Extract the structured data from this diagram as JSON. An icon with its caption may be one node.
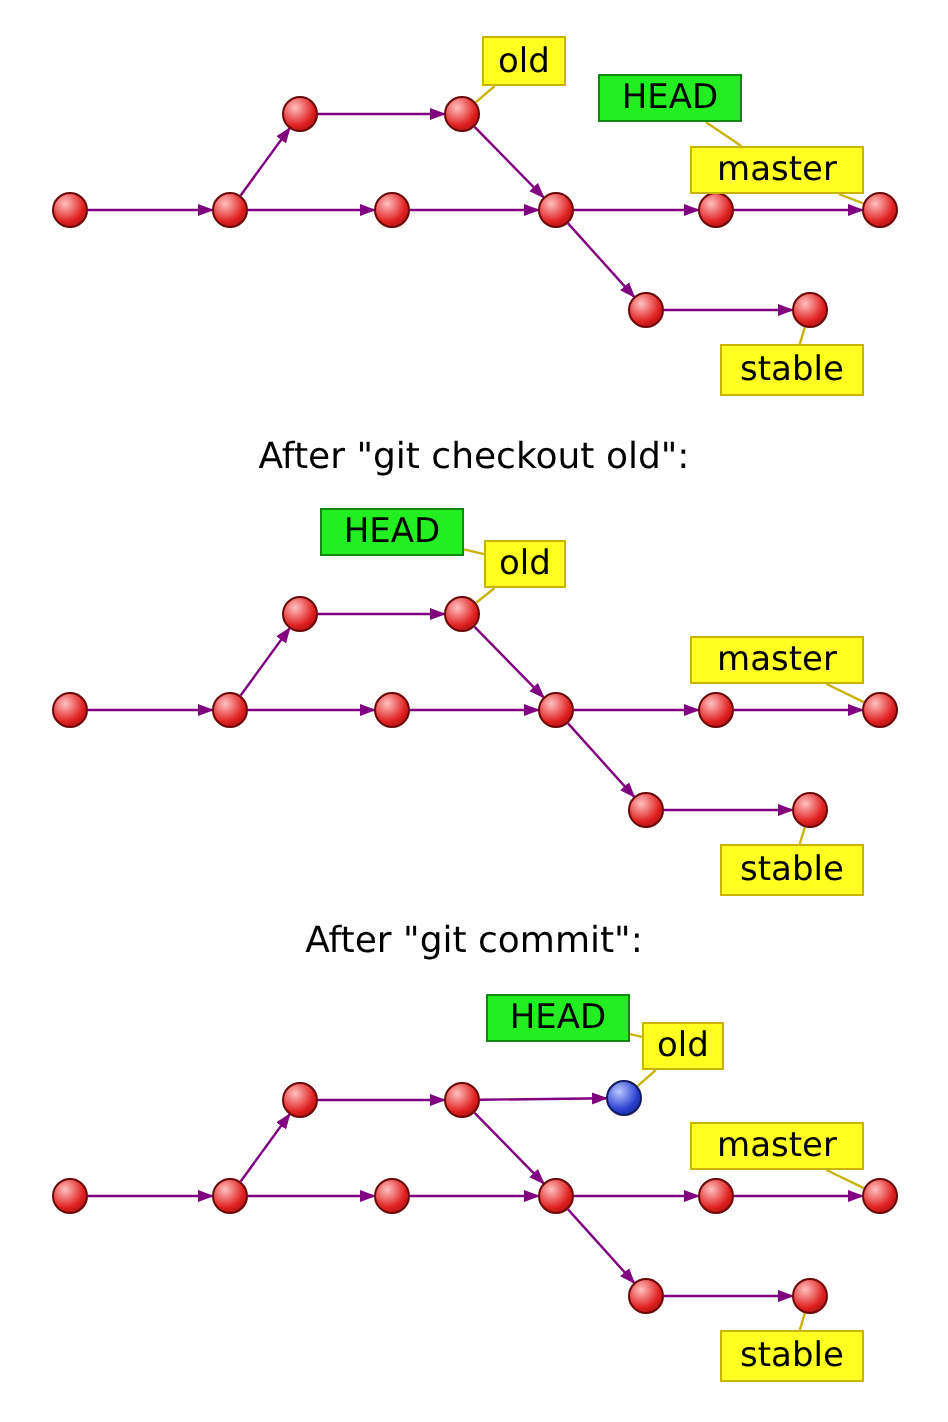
{
  "diagram": {
    "nodes": [
      {
        "text": [],
        "shape": "circle"
      },
      {
        "text": [],
        "shape": "circle"
      },
      {
        "text": [],
        "shape": "circle"
      },
      {
        "text": [],
        "shape": "circle"
      },
      {
        "text": [],
        "shape": "circle"
      },
      {
        "text": [],
        "shape": "circle"
      },
      {
        "text": [],
        "shape": "circle"
      },
      {
        "text": [],
        "shape": "circle"
      },
      {
        "text": [],
        "shape": "circle"
      },
      {
        "text": [],
        "shape": "circle"
      },
      {
        "text": [
          "old"
        ]
      },
      {
        "text": [
          "HEAD"
        ]
      },
      {
        "text": [
          "master"
        ]
      },
      {
        "text": [
          "stable"
        ]
      },
      {
        "text": [],
        "shape": "circle"
      },
      {
        "text": [],
        "shape": "circle"
      },
      {
        "text": [],
        "shape": "circle"
      },
      {
        "text": [],
        "shape": "circle"
      },
      {
        "text": [],
        "shape": "circle"
      },
      {
        "text": [],
        "shape": "circle"
      },
      {
        "text": [],
        "shape": "circle"
      },
      {
        "text": [],
        "shape": "circle"
      },
      {
        "text": [],
        "shape": "circle"
      },
      {
        "text": [],
        "shape": "circle"
      },
      {
        "text": [
          "HEAD"
        ]
      },
      {
        "text": [
          "old"
        ]
      },
      {
        "text": [
          "master"
        ]
      },
      {
        "text": [
          "stable"
        ]
      },
      {
        "text": [],
        "shape": "circle"
      },
      {
        "text": [],
        "shape": "circle"
      },
      {
        "text": [],
        "shape": "circle"
      },
      {
        "text": [],
        "shape": "circle"
      },
      {
        "text": [],
        "shape": "circle"
      },
      {
        "text": [],
        "shape": "circle"
      },
      {
        "text": [],
        "shape": "circle"
      },
      {
        "text": [],
        "shape": "circle"
      },
      {
        "text": [],
        "shape": "circle"
      },
      {
        "text": [],
        "shape": "circle"
      },
      {
        "text": [],
        "shape": "circle"
      },
      {
        "text": [
          "HEAD"
        ]
      },
      {
        "text": [
          "old"
        ]
      },
      {
        "text": [
          "master"
        ]
      },
      {
        "text": [
          "stable"
        ]
      }
    ],
    "edges": [
      {
        "from": 0,
        "to": 1,
        "arrow": "to"
      },
      {
        "from": 1,
        "to": 2,
        "arrow": "to"
      },
      {
        "from": 2,
        "to": 3,
        "arrow": "to"
      },
      {
        "from": 1,
        "to": 4,
        "arrow": "to"
      },
      {
        "from": 4,
        "to": 5,
        "arrow": "to"
      },
      {
        "from": 3,
        "to": 5,
        "arrow": "to"
      },
      {
        "from": 5,
        "to": 6,
        "arrow": "to"
      },
      {
        "from": 6,
        "to": 7,
        "arrow": "to"
      },
      {
        "from": 5,
        "to": 8,
        "arrow": "to"
      },
      {
        "from": 8,
        "to": 9,
        "arrow": "to"
      },
      {
        "from": 10,
        "to": 3,
        "arrow": "none",
        "color": "#c8b400"
      },
      {
        "from": 11,
        "to": 12,
        "arrow": "none",
        "color": "#c8b400"
      },
      {
        "from": 12,
        "to": 7,
        "arrow": "none",
        "color": "#c8b400"
      },
      {
        "from": 13,
        "to": 9,
        "arrow": "none",
        "color": "#c8b400"
      },
      {
        "from": 14,
        "to": 15,
        "arrow": "to"
      },
      {
        "from": 15,
        "to": 16,
        "arrow": "to"
      },
      {
        "from": 16,
        "to": 17,
        "arrow": "to"
      },
      {
        "from": 15,
        "to": 18,
        "arrow": "to"
      },
      {
        "from": 18,
        "to": 19,
        "arrow": "to"
      },
      {
        "from": 17,
        "to": 19,
        "arrow": "to"
      },
      {
        "from": 19,
        "to": 20,
        "arrow": "to"
      },
      {
        "from": 20,
        "to": 21,
        "arrow": "to"
      },
      {
        "from": 19,
        "to": 22,
        "arrow": "to"
      },
      {
        "from": 22,
        "to": 23,
        "arrow": "to"
      },
      {
        "from": 24,
        "to": 25,
        "arrow": "none",
        "color": "#c8b400"
      },
      {
        "from": 25,
        "to": 17,
        "arrow": "none",
        "color": "#c8b400"
      },
      {
        "from": 26,
        "to": 21,
        "arrow": "none",
        "color": "#c8b400"
      },
      {
        "from": 27,
        "to": 23,
        "arrow": "none",
        "color": "#c8b400"
      },
      {
        "from": 28,
        "to": 29,
        "arrow": "to"
      },
      {
        "from": 29,
        "to": 30,
        "arrow": "to"
      },
      {
        "from": 30,
        "to": 31,
        "arrow": "to"
      },
      {
        "from": 29,
        "to": 32,
        "arrow": "to"
      },
      {
        "from": 32,
        "to": 33,
        "arrow": "to"
      },
      {
        "from": 31,
        "to": 33,
        "arrow": "to"
      },
      {
        "from": 33,
        "to": 34,
        "arrow": "to"
      },
      {
        "from": 34,
        "to": 35,
        "arrow": "to"
      },
      {
        "from": 33,
        "to": 36,
        "arrow": "to"
      },
      {
        "from": 36,
        "to": 37,
        "arrow": "to"
      },
      {
        "from": 31,
        "to": 38,
        "arrow": "to"
      },
      {
        "from": 39,
        "to": 40,
        "arrow": "none",
        "color": "#c8b400"
      },
      {
        "from": 40,
        "to": 38,
        "arrow": "none",
        "color": "#c8b400"
      },
      {
        "from": 41,
        "to": 35,
        "arrow": "none",
        "color": "#c8b400"
      },
      {
        "from": 42,
        "to": 37,
        "arrow": "none",
        "color": "#c8b400"
      }
    ],
    "labels": [
      "After \"git checkout old\":",
      "After \"git commit\":"
    ]
  }
}
